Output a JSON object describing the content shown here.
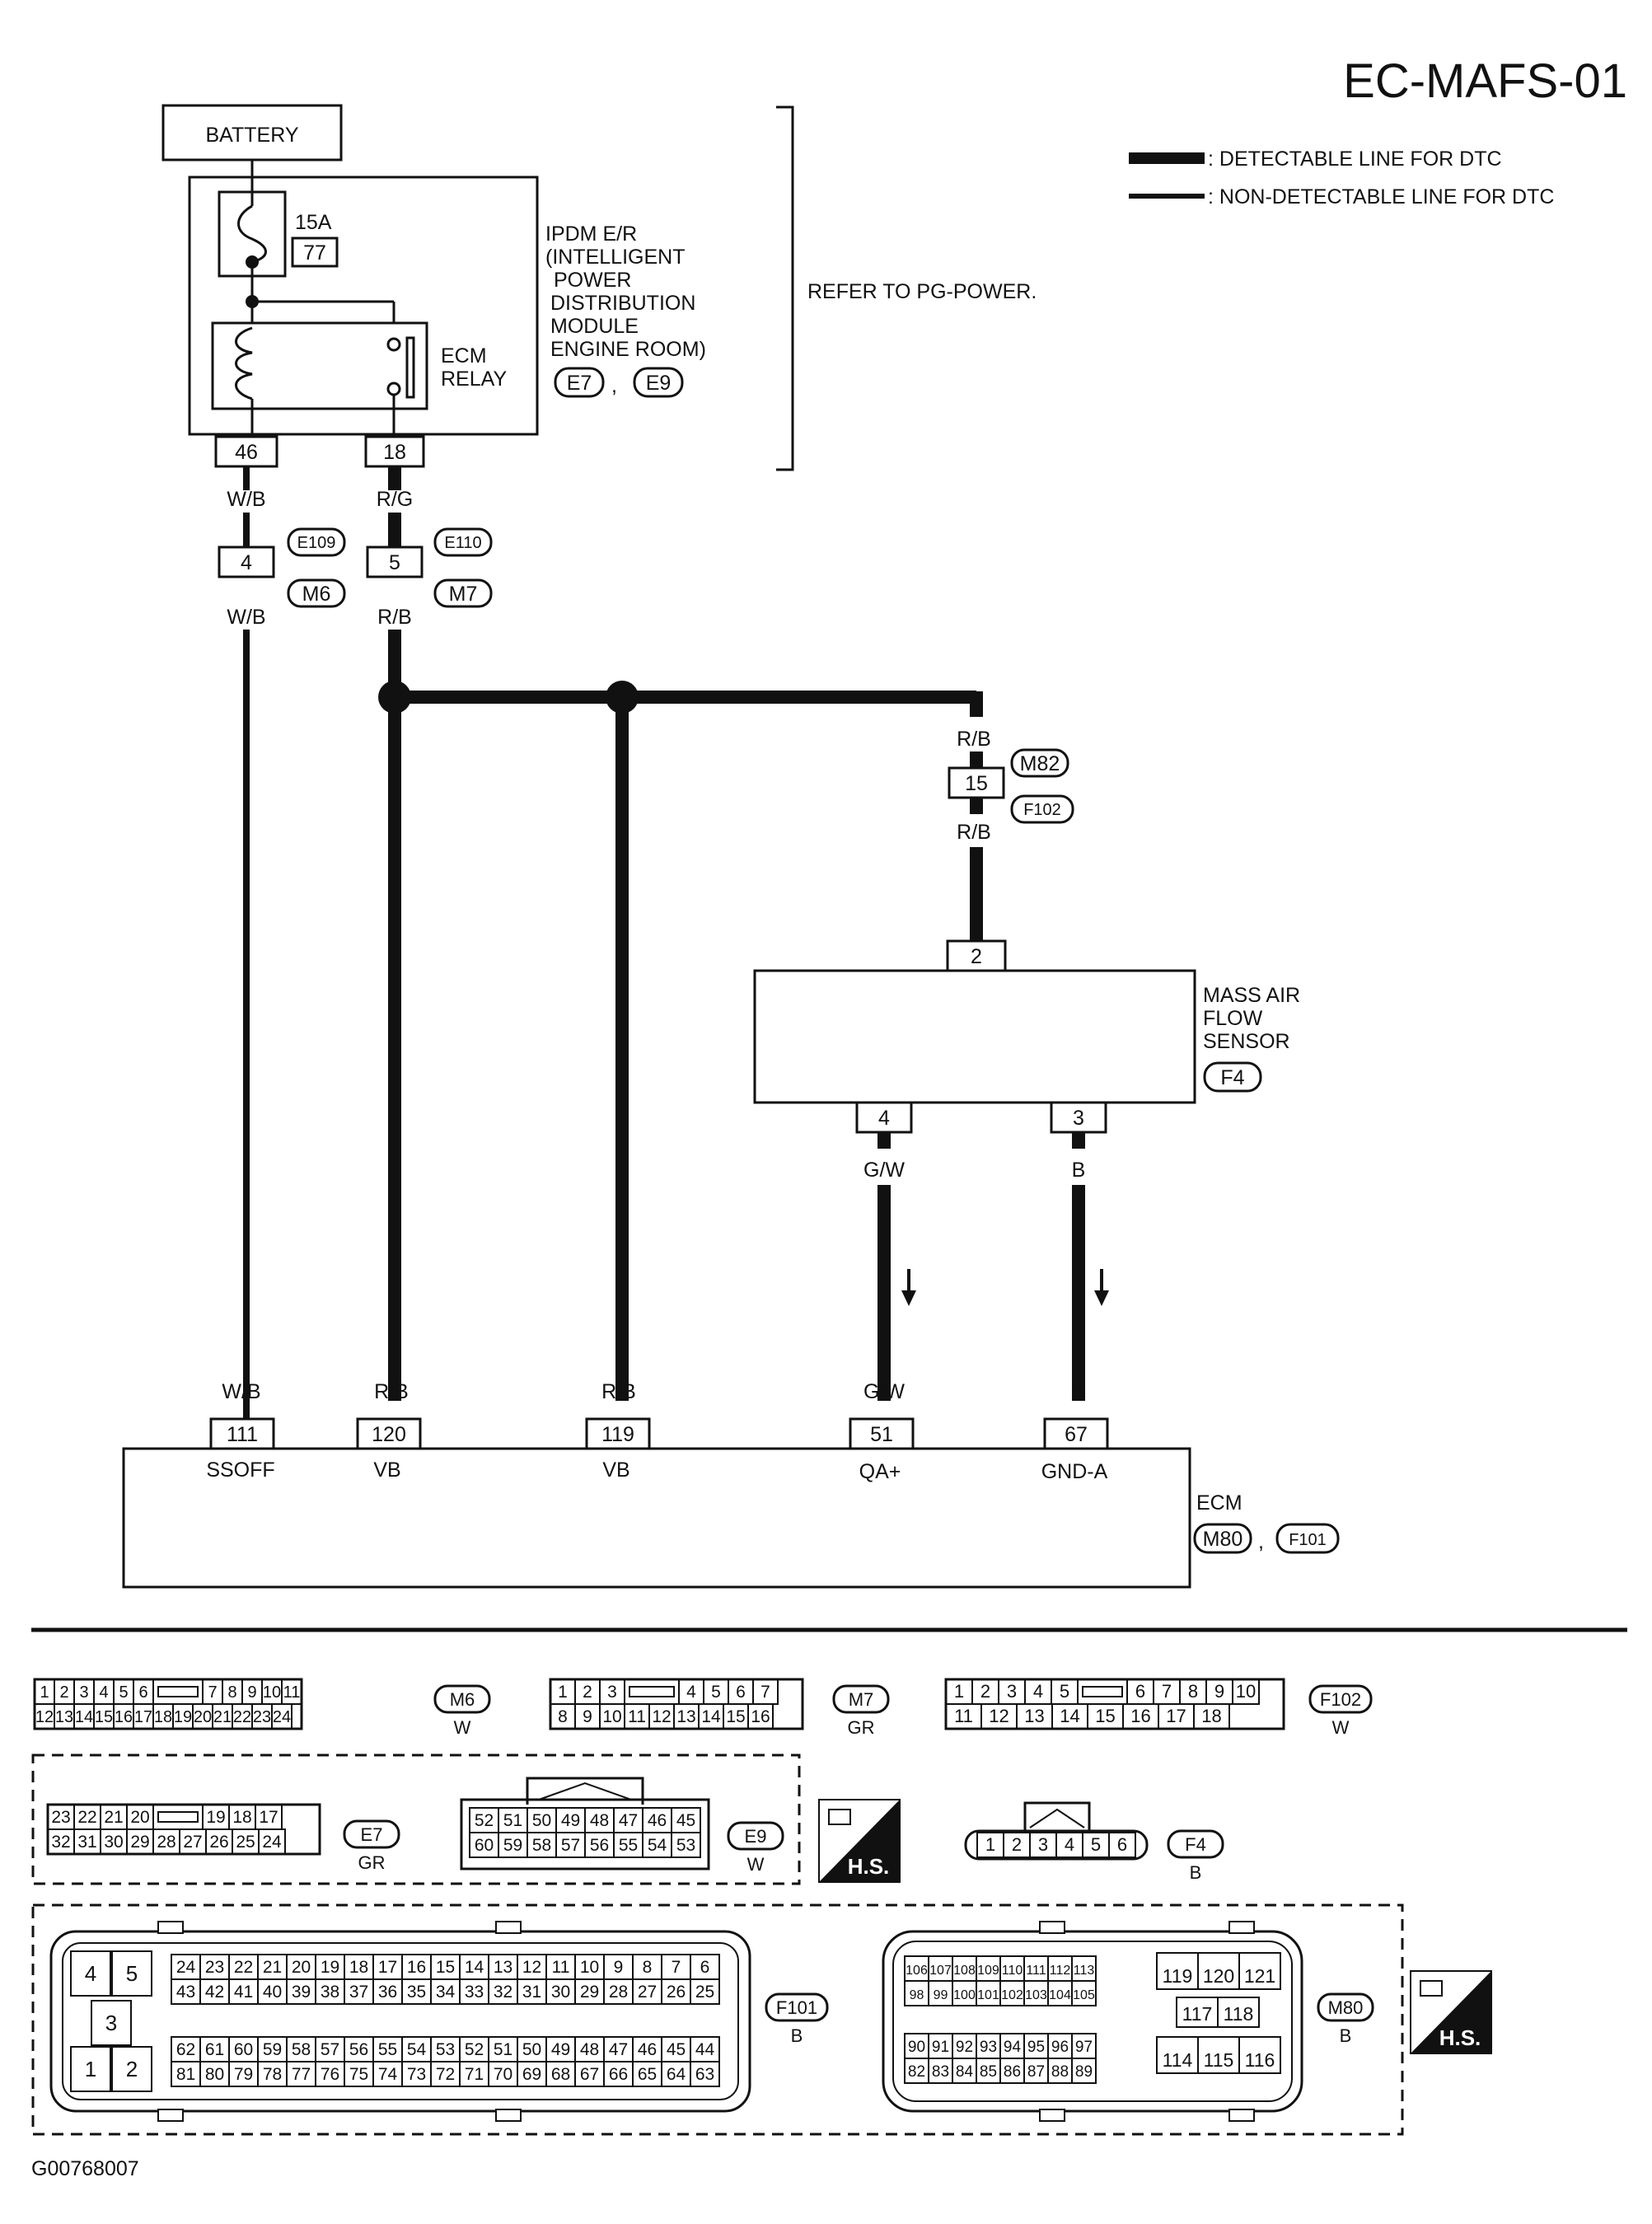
{
  "diagram_code": "EC-MAFS-01",
  "footer_code": "G00768007",
  "legend": [
    {
      "label": ": DETECTABLE LINE FOR DTC",
      "style": "thick"
    },
    {
      "label": ": NON-DETECTABLE LINE FOR DTC",
      "style": "thin"
    }
  ],
  "battery": {
    "label": "BATTERY"
  },
  "fuse": {
    "rating": "15A",
    "number": "77"
  },
  "ipdm": {
    "lines": [
      "IPDM E/R",
      "(INTELLIGENT",
      "POWER",
      "DISTRIBUTION",
      "MODULE",
      "ENGINE ROOM)"
    ],
    "connectors": [
      "E7",
      "E9"
    ],
    "sep": ","
  },
  "ecm_relay": {
    "lines": [
      "ECM",
      "RELAY"
    ]
  },
  "refer_text": "REFER TO PG-POWER.",
  "pins": {
    "ipdm_46": "46",
    "ipdm_18": "18",
    "jc_4": "4",
    "jc_5": "5",
    "jc_15": "15",
    "maf_2": "2",
    "maf_4": "4",
    "maf_3": "3",
    "ecm_111": "111",
    "ecm_120": "120",
    "ecm_119": "119",
    "ecm_51": "51",
    "ecm_67": "67"
  },
  "wire_colors": {
    "w1_top": "W/B",
    "w1_mid": "W/B",
    "w1_bot": "W/B",
    "w2_top": "R/G",
    "w2_mid": "R/B",
    "w2_bot": "R/B",
    "w3_bot": "R/B",
    "w4_top": "R/B",
    "w4_mid": "R/B",
    "w5_top": "G/W",
    "w5_bot": "G/W",
    "w6_top": "B",
    "w6_bot": "B"
  },
  "connector_tags": {
    "e109": "E109",
    "m6": "M6",
    "e110": "E110",
    "m7": "M7",
    "m82": "M82",
    "f102": "F102",
    "f4": "F4",
    "m80": "M80",
    "f101": "F101"
  },
  "maf_sensor": {
    "lines": [
      "MASS AIR",
      "FLOW",
      "SENSOR"
    ],
    "connector": "F4"
  },
  "ecm": {
    "label": "ECM",
    "terminals": [
      "SSOFF",
      "VB",
      "VB",
      "QA+",
      "GND-A"
    ],
    "connectors": [
      "M80",
      "F101"
    ],
    "sep": ","
  },
  "face_views": {
    "m6": {
      "id": "M6",
      "color": "W",
      "row1": [
        "1",
        "2",
        "3",
        "4",
        "5",
        "6",
        "",
        "7",
        "8",
        "9",
        "10",
        "11"
      ],
      "row2": [
        "12",
        "13",
        "14",
        "15",
        "16",
        "17",
        "18",
        "19",
        "20",
        "21",
        "22",
        "23",
        "24"
      ]
    },
    "m7": {
      "id": "M7",
      "color": "GR",
      "row1": [
        "1",
        "2",
        "3",
        "",
        "4",
        "5",
        "6",
        "7"
      ],
      "row2": [
        "8",
        "9",
        "10",
        "11",
        "12",
        "13",
        "14",
        "15",
        "16"
      ]
    },
    "f102": {
      "id": "F102",
      "color": "W",
      "row1": [
        "1",
        "2",
        "3",
        "4",
        "5",
        "",
        "6",
        "7",
        "8",
        "9",
        "10"
      ],
      "row2": [
        "11",
        "12",
        "13",
        "14",
        "15",
        "16",
        "17",
        "18"
      ]
    },
    "e7": {
      "id": "E7",
      "color": "GR",
      "row1": [
        "23",
        "22",
        "21",
        "20",
        "",
        "19",
        "18",
        "17"
      ],
      "row2": [
        "32",
        "31",
        "30",
        "29",
        "28",
        "27",
        "26",
        "25",
        "24"
      ]
    },
    "e9": {
      "id": "E9",
      "color": "W",
      "row1": [
        "52",
        "51",
        "50",
        "49",
        "48",
        "47",
        "46",
        "45"
      ],
      "row2": [
        "60",
        "59",
        "58",
        "57",
        "56",
        "55",
        "54",
        "53"
      ]
    },
    "f4": {
      "id": "F4",
      "color": "B",
      "row": [
        "1",
        "2",
        "3",
        "4",
        "5",
        "6"
      ]
    },
    "f101": {
      "id": "F101",
      "color": "B",
      "big": [
        "4",
        "5",
        "3",
        "1",
        "2"
      ],
      "row1": [
        "24",
        "23",
        "22",
        "21",
        "20",
        "19",
        "18",
        "17",
        "16",
        "15",
        "14",
        "13",
        "12",
        "11",
        "10",
        "9",
        "8",
        "7",
        "6"
      ],
      "row2": [
        "43",
        "42",
        "41",
        "40",
        "39",
        "38",
        "37",
        "36",
        "35",
        "34",
        "33",
        "32",
        "31",
        "30",
        "29",
        "28",
        "27",
        "26",
        "25"
      ],
      "row3": [
        "62",
        "61",
        "60",
        "59",
        "58",
        "57",
        "56",
        "55",
        "54",
        "53",
        "52",
        "51",
        "50",
        "49",
        "48",
        "47",
        "46",
        "45",
        "44"
      ],
      "row4": [
        "81",
        "80",
        "79",
        "78",
        "77",
        "76",
        "75",
        "74",
        "73",
        "72",
        "71",
        "70",
        "69",
        "68",
        "67",
        "66",
        "65",
        "64",
        "63"
      ]
    },
    "m80": {
      "id": "M80",
      "color": "B",
      "row1": [
        "106",
        "107",
        "108",
        "109",
        "110",
        "111",
        "112",
        "113"
      ],
      "row2": [
        "98",
        "99",
        "100",
        "101",
        "102",
        "103",
        "104",
        "105"
      ],
      "row3": [
        "90",
        "91",
        "92",
        "93",
        "94",
        "95",
        "96",
        "97"
      ],
      "row4": [
        "82",
        "83",
        "84",
        "85",
        "86",
        "87",
        "88",
        "89"
      ],
      "grp1": [
        "119",
        "120",
        "121"
      ],
      "grp2": [
        "117",
        "118"
      ],
      "grp3": [
        "114",
        "115",
        "116"
      ]
    }
  },
  "hs_badge": "H.S."
}
